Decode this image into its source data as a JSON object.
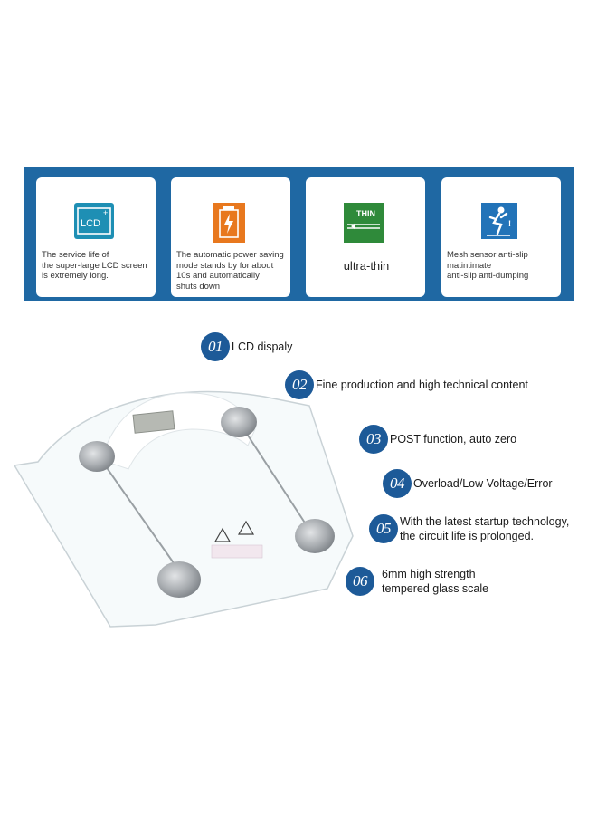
{
  "banner": {
    "cards": [
      {
        "icon": "lcd-screen-icon",
        "icon_label": "LCD",
        "text": "The service life of\nthe super-large LCD screen\nis extremely long."
      },
      {
        "icon": "battery-icon",
        "text": "The automatic power saving\nmode stands by for about\n10s and automatically\nshuts down"
      },
      {
        "icon": "thin-icon",
        "icon_label": "THIN",
        "text": "ultra-thin"
      },
      {
        "icon": "anti-slip-icon",
        "text": "Mesh sensor anti-slip\nmatintimate\nanti-slip anti-dumping"
      }
    ]
  },
  "features": [
    {
      "num": "01",
      "text": "LCD dispaly"
    },
    {
      "num": "02",
      "text": "Fine production and high technical content"
    },
    {
      "num": "03",
      "text": "POST function, auto zero"
    },
    {
      "num": "04",
      "text": "Overload/Low Voltage/Error"
    },
    {
      "num": "05",
      "text": "With the latest startup technology,\nthe circuit life is prolonged."
    },
    {
      "num": "06",
      "text": "6mm high strength\ntempered glass scale"
    }
  ],
  "colors": {
    "banner_blue": "#1f68a3",
    "badge_blue": "#1d5a98",
    "lcd_teal": "#1e8fb4",
    "battery_orange": "#e8781e",
    "thin_green": "#2f8a3a",
    "slip_blue": "#2273b8"
  }
}
